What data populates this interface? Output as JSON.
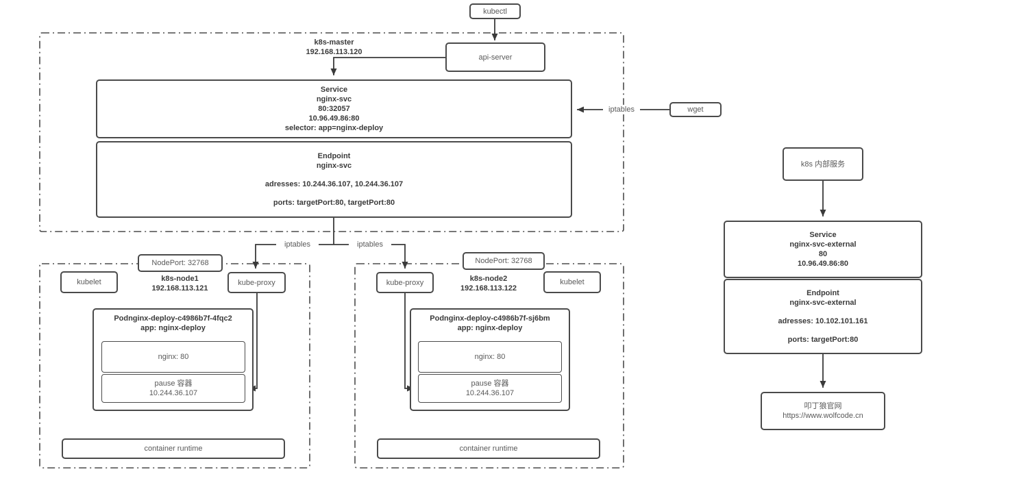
{
  "colors": {
    "stroke": "#4a4a4a",
    "text_gray": "#595959",
    "text_bold": "#3a3a3a",
    "background": "#ffffff"
  },
  "top": {
    "kubectl_label": "kubectl",
    "api_server_label": "api-server",
    "wget_label": "wget",
    "iptables_label": "iptables"
  },
  "master": {
    "name": "k8s-master",
    "ip": "192.168.113.120",
    "service": {
      "lines": [
        "Service",
        "nginx-svc",
        "80:32057",
        "10.96.49.86:80",
        "selector: app=nginx-deploy"
      ]
    },
    "endpoint": {
      "lines": [
        "Endpoint",
        "nginx-svc",
        "adresses: 10.244.36.107, 10.244.36.107",
        "ports: targetPort:80, targetPort:80"
      ]
    }
  },
  "nodes": [
    {
      "name": "k8s-node1",
      "ip": "192.168.113.121",
      "nodeport_label": "NodePort: 32768",
      "kubelet_label": "kubelet",
      "kube_proxy_label": "kube-proxy",
      "pod": {
        "title": "Podnginx-deploy-c4986b7f-4fqc2",
        "app": "app: nginx-deploy",
        "nginx_label": "nginx: 80",
        "pause_line1": "pause 容器",
        "pause_line2": "10.244.36.107"
      },
      "runtime_label": "container runtime"
    },
    {
      "name": "k8s-node2",
      "ip": "192.168.113.122",
      "nodeport_label": "NodePort: 32768",
      "kubelet_label": "kubelet",
      "kube_proxy_label": "kube-proxy",
      "pod": {
        "title": "Podnginx-deploy-c4986b7f-sj6bm",
        "app": "app: nginx-deploy",
        "nginx_label": "nginx: 80",
        "pause_line1": "pause 容器",
        "pause_line2": "10.244.36.107"
      },
      "runtime_label": "container runtime"
    }
  ],
  "external": {
    "internal_service_label": "k8s 内部服务",
    "service": {
      "lines": [
        "Service",
        "nginx-svc-external",
        "80",
        "10.96.49.86:80"
      ]
    },
    "endpoint": {
      "lines": [
        "Endpoint",
        "nginx-svc-external",
        "adresses: 10.102.101.161",
        "ports: targetPort:80"
      ]
    },
    "website": {
      "line1": "叩丁狼官网",
      "line2": "https://www.wolfcode.cn"
    }
  }
}
